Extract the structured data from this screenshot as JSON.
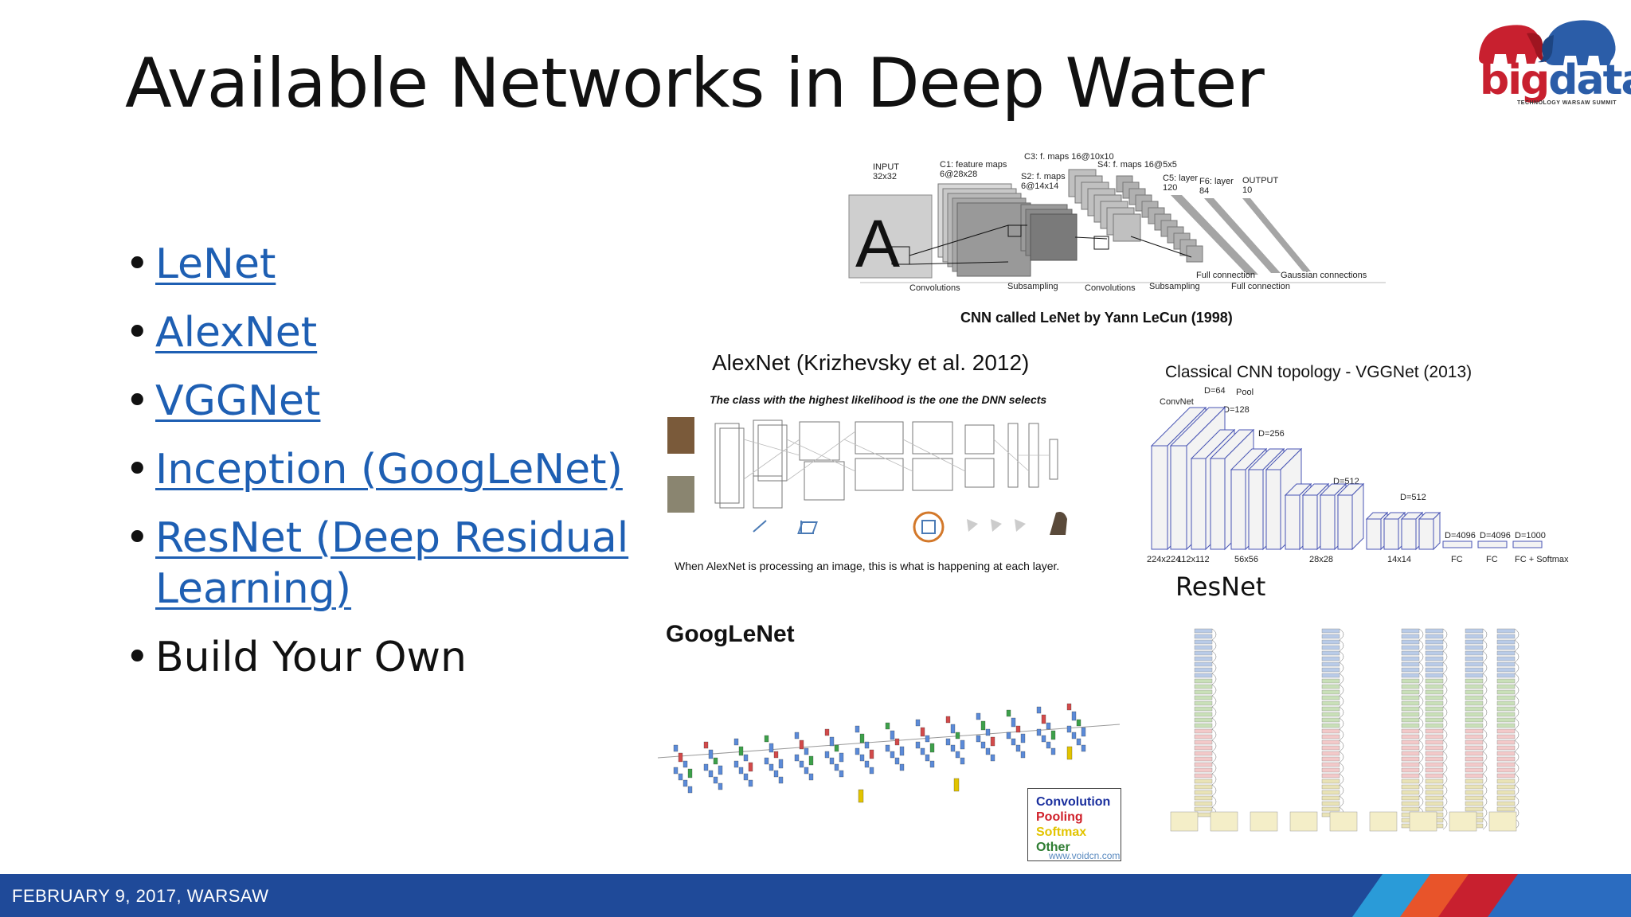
{
  "slide": {
    "title": "Available Networks in Deep Water",
    "logo": {
      "word_1": "big",
      "word_2": "data",
      "tagline": "TECHNOLOGY WARSAW SUMMIT"
    },
    "networks": [
      {
        "label": "LeNet",
        "link": true
      },
      {
        "label": "AlexNet",
        "link": true
      },
      {
        "label": "VGGNet",
        "link": true
      },
      {
        "label": "Inception (GoogLeNet)",
        "link": true
      },
      {
        "label": "ResNet (Deep Residual Learning)",
        "link": true
      },
      {
        "label": "Build Your Own",
        "link": false
      }
    ],
    "footer": {
      "date_location": "FEBRUARY 9, 2017, WARSAW"
    }
  },
  "figures": {
    "lenet": {
      "caption": "CNN called LeNet by Yann LeCun (1998)",
      "labels": {
        "input": "INPUT",
        "input_size": "32x32",
        "c1": "C1: feature maps",
        "c1_size": "6@28x28",
        "c3": "C3: f. maps 16@10x10",
        "s2": "S2: f. maps",
        "s2_size": "6@14x14",
        "s4": "S4: f. maps 16@5x5",
        "c5": "C5: layer",
        "c5_size": "120",
        "f6": "F6: layer",
        "f6_size": "84",
        "output": "OUTPUT",
        "output_size": "10",
        "convolutions_1": "Convolutions",
        "subsampling_1": "Subsampling",
        "convolutions_2": "Convolutions",
        "subsampling_2": "Subsampling",
        "full_connection_1": "Full connection",
        "full_connection_2": "Full connection",
        "gaussian": "Gaussian connections",
        "input_glyph": "A"
      }
    },
    "alexnet": {
      "title": "AlexNet (Krizhevsky et al. 2012)",
      "subtitle": "The class with the highest likelihood is the one the DNN selects",
      "caption": "When AlexNet is processing an image, this is what is happening at each layer."
    },
    "vggnet": {
      "title": "Classical CNN topology - VGGNet (2013)",
      "labels": {
        "convnet": "ConvNet",
        "d64": "D=64",
        "pool": "Pool",
        "d128": "D=128",
        "d256": "D=256",
        "d512a": "D=512",
        "d512b": "D=512",
        "d4096a": "D=4096",
        "d4096b": "D=4096",
        "d1000": "D=1000"
      },
      "bottom_labels": [
        "224x224",
        "112x112",
        "56x56",
        "28x28",
        "14x14",
        "FC",
        "FC",
        "FC + Softmax"
      ]
    },
    "resnet": {
      "title": "ResNet"
    },
    "googlenet": {
      "title": "GoogLeNet",
      "legend": [
        {
          "label": "Convolution",
          "color": "#1a2f9e"
        },
        {
          "label": "Pooling",
          "color": "#d0212b"
        },
        {
          "label": "Softmax",
          "color": "#e2c400"
        },
        {
          "label": "Other",
          "color": "#2e7d32"
        }
      ],
      "watermark": "www.voidcn.com"
    }
  },
  "colors": {
    "link": "#1e5fb3",
    "footer": "#1f4a99",
    "logo_red": "#c8202f",
    "logo_blue": "#2b5da8"
  }
}
